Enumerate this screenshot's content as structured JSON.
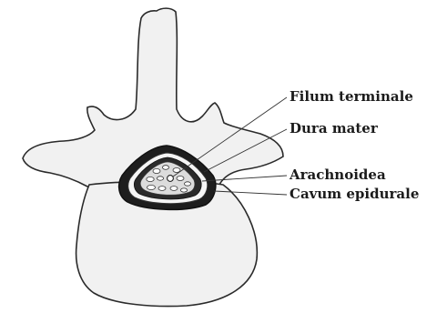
{
  "figure": {
    "labels": [
      {
        "text": "Filum terminale"
      },
      {
        "text": "Dura mater"
      },
      {
        "text": "Arachnoidea"
      },
      {
        "text": "Cavum epidurale"
      }
    ]
  }
}
